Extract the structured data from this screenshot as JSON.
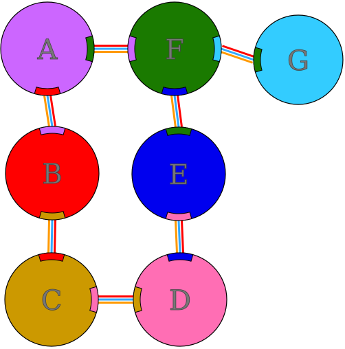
{
  "nodes": [
    {
      "id": "A",
      "label": "A",
      "color": "#cc66ff"
    },
    {
      "id": "F",
      "label": "F",
      "color": "#1a7a00"
    },
    {
      "id": "G",
      "label": "G",
      "color": "#33ccff"
    },
    {
      "id": "B",
      "label": "B",
      "color": "#ff0000"
    },
    {
      "id": "E",
      "label": "E",
      "color": "#0000ee"
    },
    {
      "id": "C",
      "label": "C",
      "color": "#cc9900"
    },
    {
      "id": "D",
      "label": "D",
      "color": "#ff6eb4"
    }
  ],
  "edges": [
    {
      "from": "A",
      "to": "F"
    },
    {
      "from": "F",
      "to": "G"
    },
    {
      "from": "A",
      "to": "B"
    },
    {
      "from": "F",
      "to": "E"
    },
    {
      "from": "B",
      "to": "C"
    },
    {
      "from": "E",
      "to": "D"
    },
    {
      "from": "C",
      "to": "D"
    }
  ],
  "edge_colors": [
    "#ff0000",
    "#33aaff",
    "#ff9900"
  ]
}
